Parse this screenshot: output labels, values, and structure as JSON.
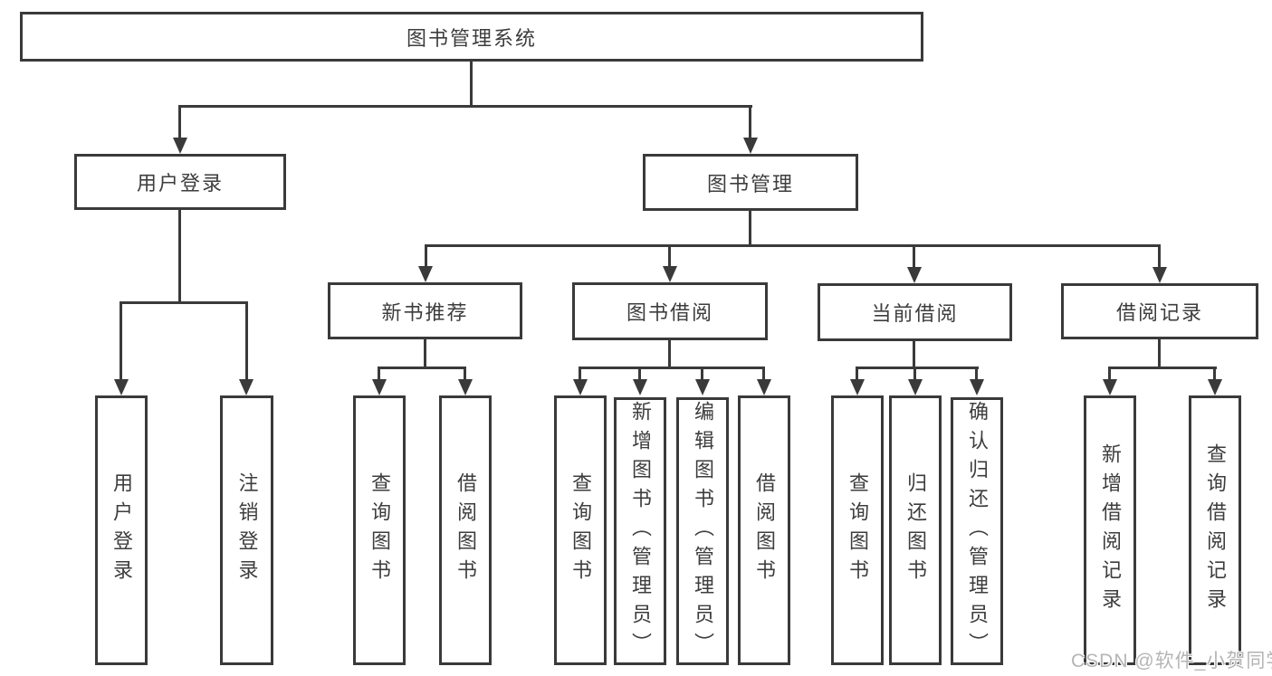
{
  "tree": {
    "label": "图书管理系统",
    "children": [
      {
        "label": "用户登录",
        "children": [
          {
            "label": "用户登录"
          },
          {
            "label": "注销登录"
          }
        ]
      },
      {
        "label": "图书管理",
        "children": [
          {
            "label": "新书推荐",
            "children": [
              {
                "label": "查询图书"
              },
              {
                "label": "借阅图书"
              }
            ]
          },
          {
            "label": "图书借阅",
            "children": [
              {
                "label": "查询图书"
              },
              {
                "label": "新增图书（管理员）"
              },
              {
                "label": "编辑图书（管理员）"
              },
              {
                "label": "借阅图书"
              }
            ]
          },
          {
            "label": "当前借阅",
            "children": [
              {
                "label": "查询图书"
              },
              {
                "label": "归还图书"
              },
              {
                "label": "确认归还（管理员）"
              }
            ]
          },
          {
            "label": "借阅记录",
            "children": [
              {
                "label": "新增借阅记录"
              },
              {
                "label": "查询借阅记录"
              }
            ]
          }
        ]
      }
    ]
  },
  "watermark": "CSDN @软件_小贺同学",
  "colors": {
    "line": "#3a3a3a",
    "text": "#3d3d3d",
    "watermark": "#b5b5b5",
    "background": "#ffffff"
  }
}
